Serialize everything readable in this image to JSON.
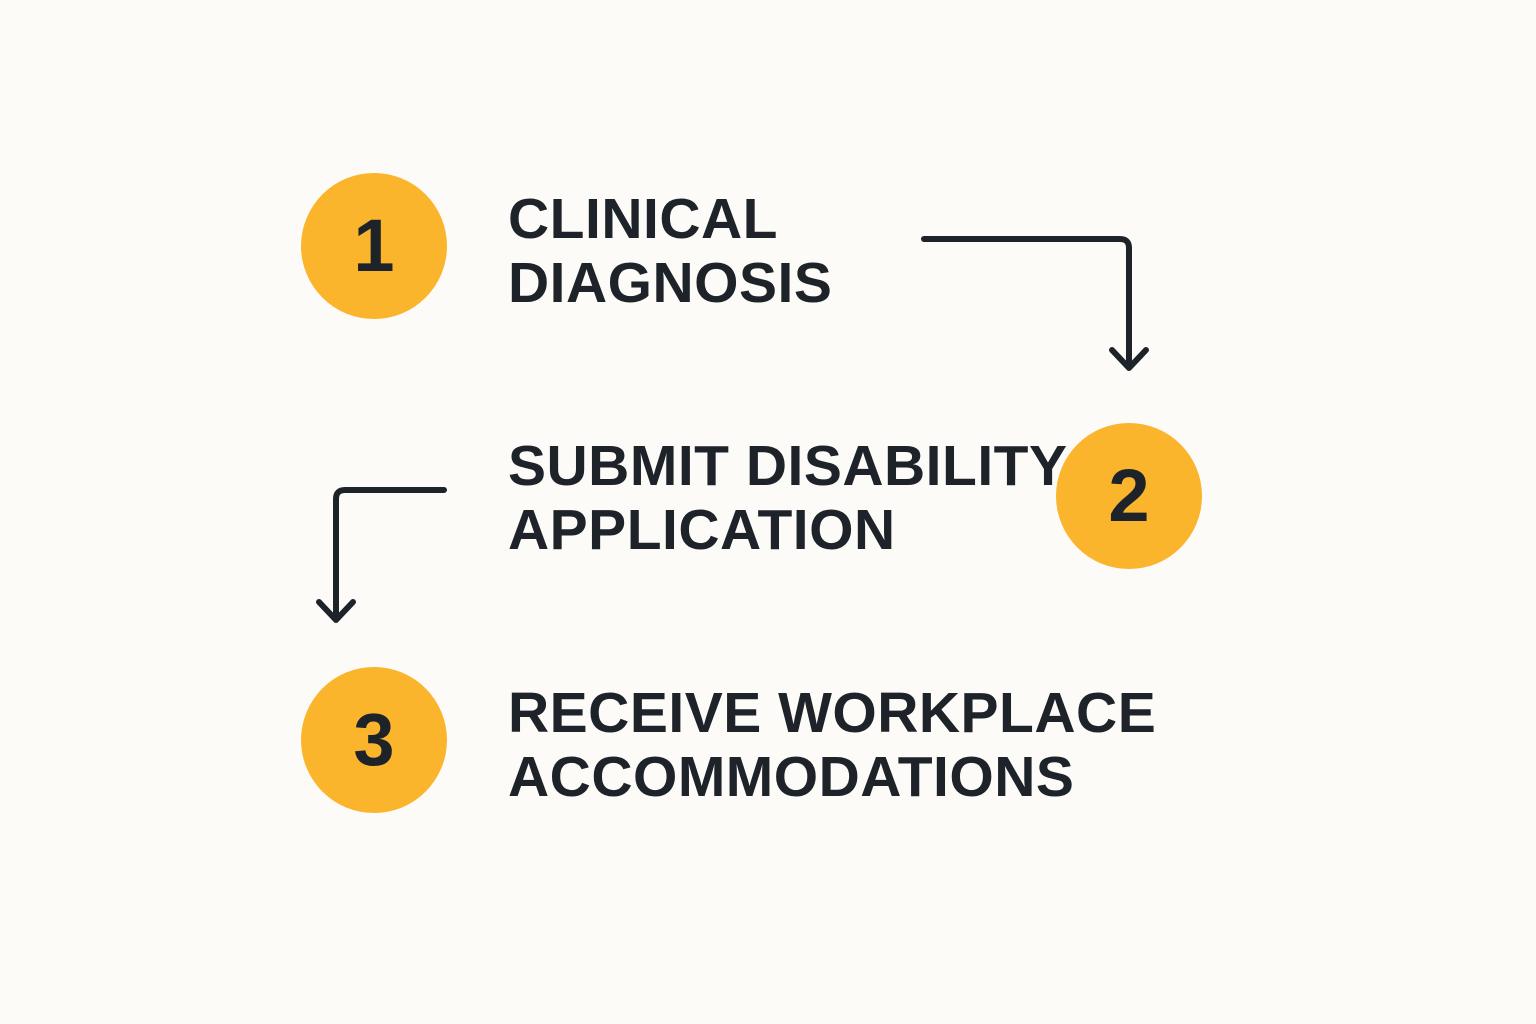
{
  "accent_color": "#fbb52c",
  "text_color": "#1e2229",
  "background_color": "#fcfbf8",
  "steps": [
    {
      "number": "1",
      "line1": "CLINICAL",
      "line2": "DIAGNOSIS"
    },
    {
      "number": "2",
      "line1": "SUBMIT DISABILITY",
      "line2": "APPLICATION"
    },
    {
      "number": "3",
      "line1": "RECEIVE WORKPLACE",
      "line2": "ACCOMMODATIONS"
    }
  ],
  "connectors": [
    {
      "from": "1",
      "to": "2",
      "icon": "elbow-arrow-down-icon"
    },
    {
      "from": "2",
      "to": "3",
      "icon": "elbow-arrow-down-icon"
    }
  ]
}
